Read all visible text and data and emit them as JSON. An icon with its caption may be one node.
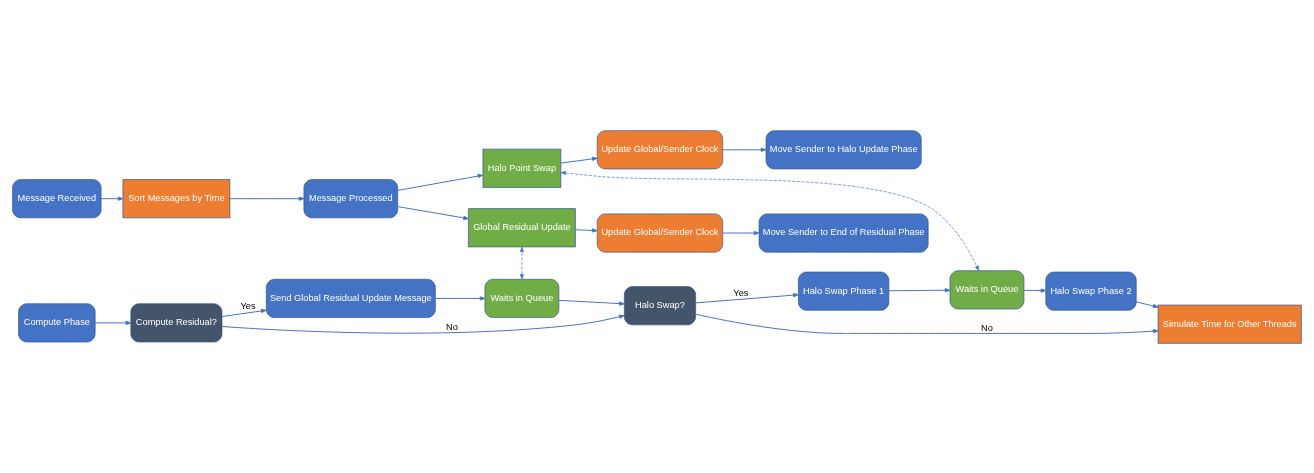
{
  "diagram": {
    "nodes": [
      {
        "text": [
          "Message Received"
        ]
      },
      {
        "text": [
          "Sort Messages by Time"
        ]
      },
      {
        "text": [
          "Message Processed"
        ]
      },
      {
        "text": [
          "Halo Point Swap"
        ]
      },
      {
        "text": [
          "Global Residual Update"
        ]
      },
      {
        "text": [
          "Update Global/Sender Clock"
        ]
      },
      {
        "text": [
          "Move Sender to Halo Update Phase"
        ]
      },
      {
        "text": [
          "Update Global/Sender Clock"
        ]
      },
      {
        "text": [
          "Move Sender to End of Residual Phase"
        ]
      },
      {
        "text": [
          "Compute Phase"
        ]
      },
      {
        "text": [
          "Compute Residual?"
        ]
      },
      {
        "text": [
          "Send Global Residual Update Message"
        ]
      },
      {
        "text": [
          "Waits in Queue"
        ]
      },
      {
        "text": [
          "Halo Swap?"
        ]
      },
      {
        "text": [
          "Halo Swap Phase 1"
        ]
      },
      {
        "text": [
          "Waits in Queue"
        ]
      },
      {
        "text": [
          "Halo Swap Phase 2"
        ]
      },
      {
        "text": [
          "Simulate Time for Other Threads"
        ]
      }
    ],
    "edges": [
      {
        "from": 0,
        "to": 1,
        "arrow": "to"
      },
      {
        "from": 1,
        "to": 2,
        "arrow": "to"
      },
      {
        "from": 2,
        "to": 3,
        "arrow": "to"
      },
      {
        "from": 2,
        "to": 4,
        "arrow": "to"
      },
      {
        "from": 3,
        "to": 5,
        "arrow": "to"
      },
      {
        "from": 5,
        "to": 6,
        "arrow": "to"
      },
      {
        "from": 4,
        "to": 7,
        "arrow": "to"
      },
      {
        "from": 7,
        "to": 8,
        "arrow": "to"
      },
      {
        "from": 9,
        "to": 10,
        "arrow": "to"
      },
      {
        "from": 10,
        "to": 11,
        "arrow": "to",
        "label": "Yes"
      },
      {
        "from": 10,
        "to": 13,
        "arrow": "to",
        "label": "No"
      },
      {
        "from": 11,
        "to": 12,
        "arrow": "to"
      },
      {
        "from": 12,
        "to": 13,
        "arrow": "to"
      },
      {
        "from": 13,
        "to": 14,
        "arrow": "to",
        "label": "Yes"
      },
      {
        "from": 14,
        "to": 15,
        "arrow": "to"
      },
      {
        "from": 15,
        "to": 16,
        "arrow": "to"
      },
      {
        "from": 16,
        "to": 17,
        "arrow": "to"
      },
      {
        "from": 13,
        "to": 17,
        "arrow": "to",
        "label": "No"
      },
      {
        "from": 12,
        "to": 4,
        "arrow": "both",
        "style": "dashed"
      },
      {
        "from": 3,
        "to": 15,
        "arrow": "both",
        "style": "dashed"
      }
    ]
  }
}
